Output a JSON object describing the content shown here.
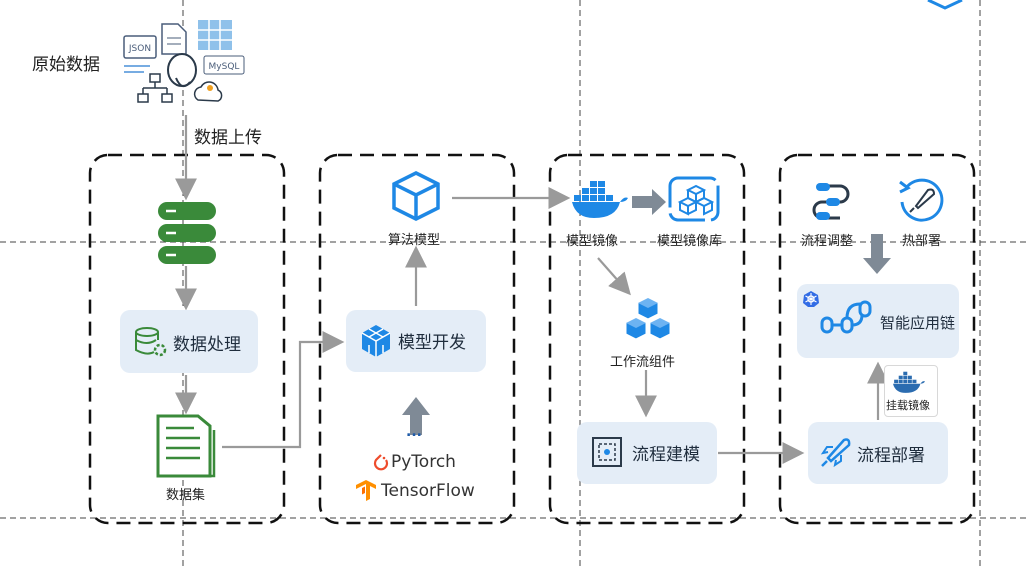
{
  "source": {
    "label": "原始数据",
    "icon_names": [
      "json-file-icon",
      "document-icon",
      "table-icon",
      "postgresql-icon",
      "mysql-icon",
      "hierarchy-icon",
      "cloud-icon"
    ]
  },
  "upload_label": "数据上传",
  "col1": {
    "processing": "数据处理",
    "dataset": "数据集"
  },
  "col2": {
    "algorithm_model": "算法模型",
    "model_dev": "模型开发",
    "ellipsis": "...",
    "pytorch": "PyTorch",
    "tensorflow": "TensorFlow"
  },
  "col3": {
    "model_image": "模型镜像",
    "model_image_repo": "模型镜像库",
    "workflow_component": "工作流组件",
    "flow_modeling": "流程建模"
  },
  "col4": {
    "flow_tuning": "流程调整",
    "hot_deploy": "热部署",
    "smart_app_chain": "智能应用链",
    "mount_image": "挂载镜像",
    "flow_deploy": "流程部署"
  },
  "colors": {
    "green": "#3a8a3a",
    "blue": "#1e88e5",
    "pill": "#e4edf7",
    "arrow": "#9a9a9a",
    "dark_arrow": "#7f8a96"
  }
}
